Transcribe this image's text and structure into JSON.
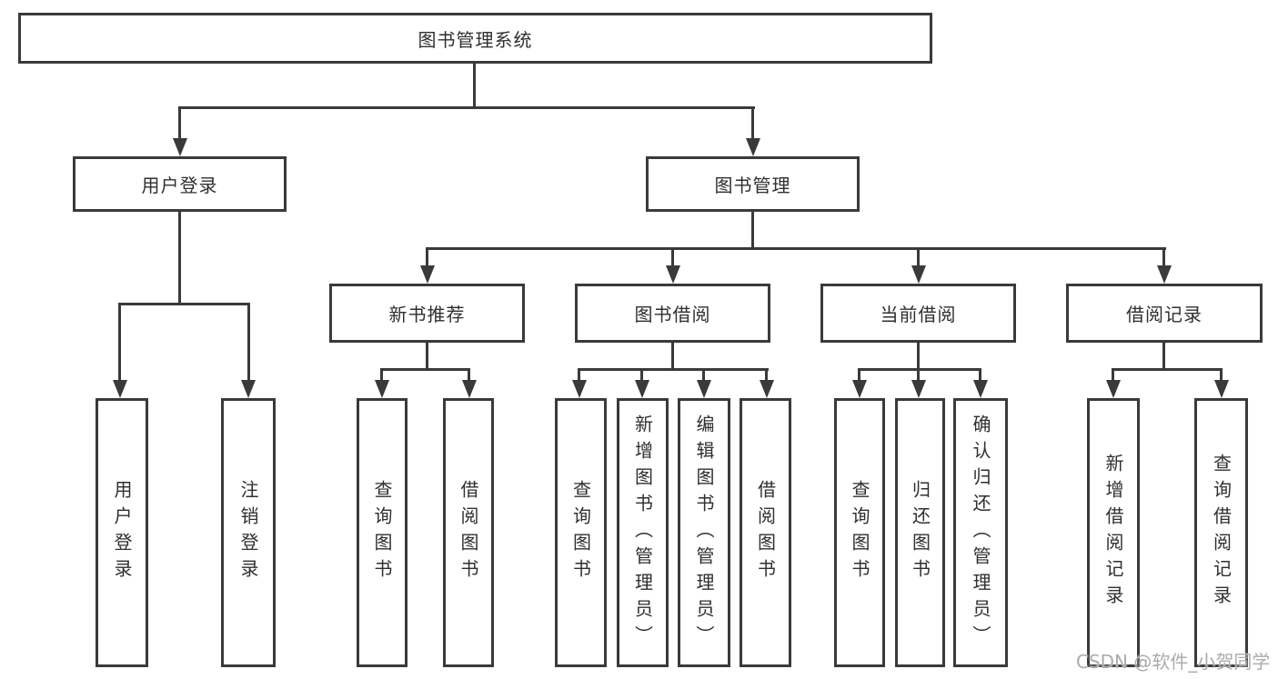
{
  "diagram": {
    "root": "图书管理系统",
    "level2": {
      "user_login": "用户登录",
      "book_mgmt": "图书管理"
    },
    "user_login_children": [
      "用户登录",
      "注销登录"
    ],
    "level3": [
      "新书推荐",
      "图书借阅",
      "当前借阅",
      "借阅记录"
    ],
    "new_book_children": [
      "查询图书",
      "借阅图书"
    ],
    "book_borrow_children": [
      "查询图书",
      "新增图书（管理员）",
      "编辑图书（管理员）",
      "借阅图书"
    ],
    "current_borrow_children": [
      "查询图书",
      "归还图书",
      "确认归还（管理员）"
    ],
    "borrow_record_children": [
      "新增借阅记录",
      "查询借阅记录"
    ]
  },
  "watermark": "CSDN @软件_小贺同学",
  "colors": {
    "line": "#3a3a3a",
    "text": "#2f2f2f",
    "watermark": "#ababab",
    "background": "#ffffff"
  }
}
